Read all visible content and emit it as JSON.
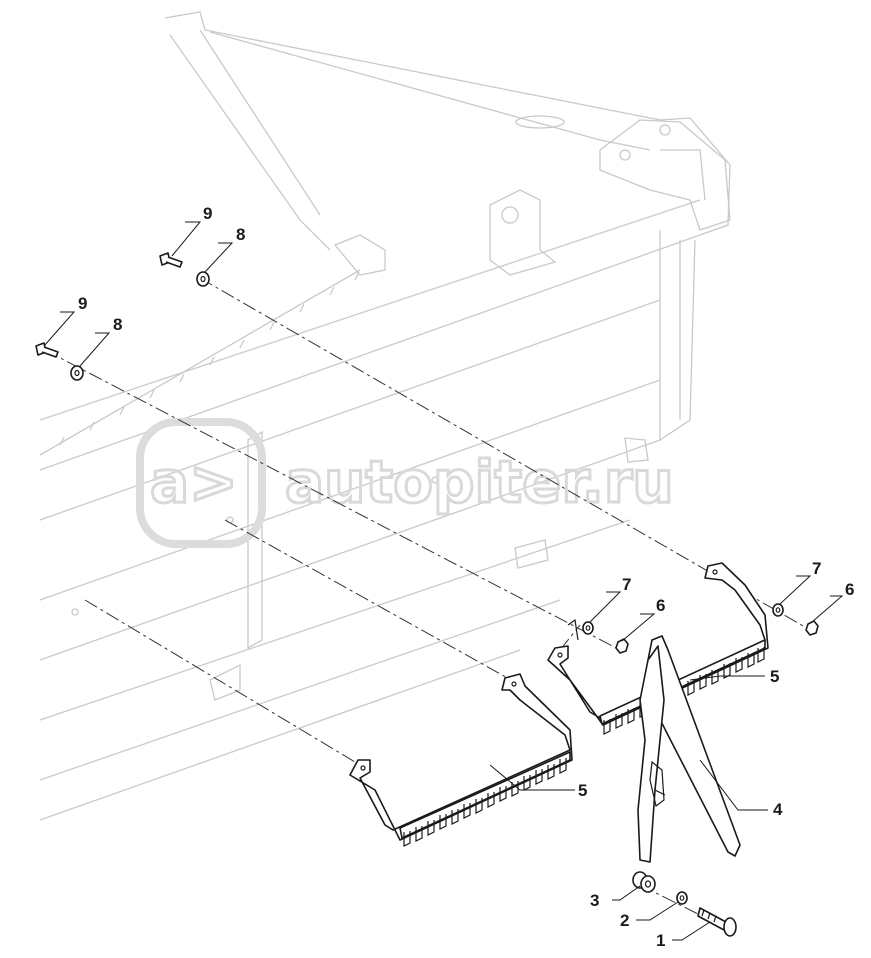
{
  "watermark": {
    "text": "autopiter.ru",
    "logo_glyph": "a>"
  },
  "callouts": {
    "c1": "1",
    "c2": "2",
    "c3": "3",
    "c4": "4",
    "c5a": "5",
    "c5b": "5",
    "c6a": "6",
    "c6b": "6",
    "c7a": "7",
    "c7b": "7",
    "c8a": "8",
    "c8b": "8",
    "c9a": "9",
    "c9b": "9"
  },
  "colors": {
    "line": "#1a1a1a",
    "frame": "#c9c9c9",
    "watermark": "#d9d9d9"
  }
}
